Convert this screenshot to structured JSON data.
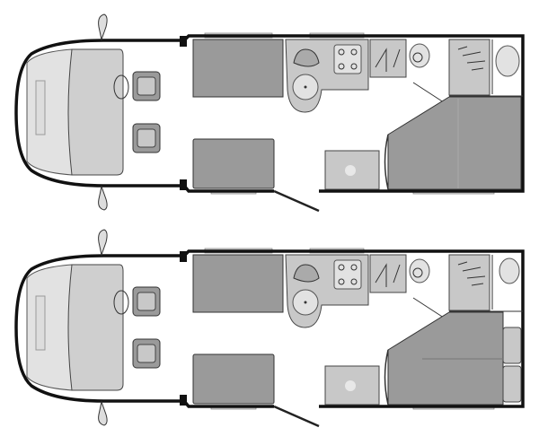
{
  "plans": [
    {
      "layout": "fixed-bed",
      "bed": "double"
    },
    {
      "layout": "fixed-bed",
      "bed": "twin-split"
    }
  ],
  "colors": {
    "wall": "#111111",
    "furniture": "#9a9a9a",
    "background": "#ffffff"
  }
}
